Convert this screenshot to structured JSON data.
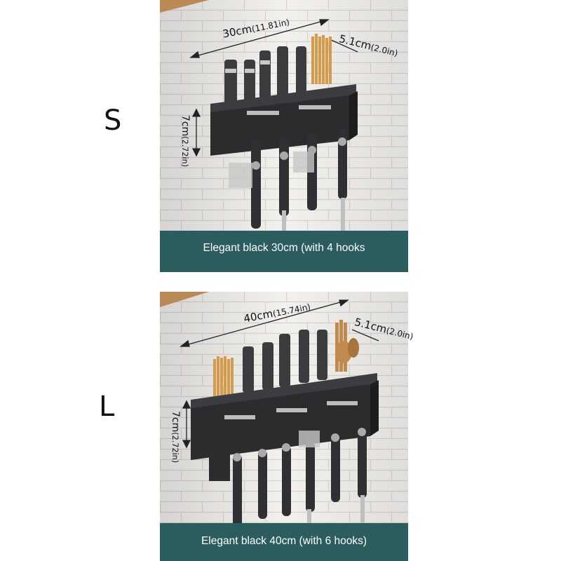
{
  "variants": [
    {
      "size_letter": "S",
      "width_value": "30cm",
      "width_imperial": "(11.81in)",
      "depth_value": "5.1cm",
      "depth_imperial": "(2.0in)",
      "height_value": "7cm",
      "height_imperial": "(2.72in)",
      "caption": "Elegant black 30cm (with 4 hooks",
      "hooks": 4,
      "knife_slots": 5
    },
    {
      "size_letter": "L",
      "width_value": "40cm",
      "width_imperial": "(15.74in)",
      "depth_value": "5.1cm",
      "depth_imperial": "(2.0in)",
      "height_value": "7cm",
      "height_imperial": "(2.72in)",
      "caption": "Elegant black 40cm (with 6 hooks)",
      "hooks": 6,
      "knife_slots": 5
    }
  ],
  "colors": {
    "caption_bg": "#2b5c5e",
    "rack": "#2a2c2e",
    "tile": "#f3f1ee",
    "grout": "#d8d4ce"
  }
}
